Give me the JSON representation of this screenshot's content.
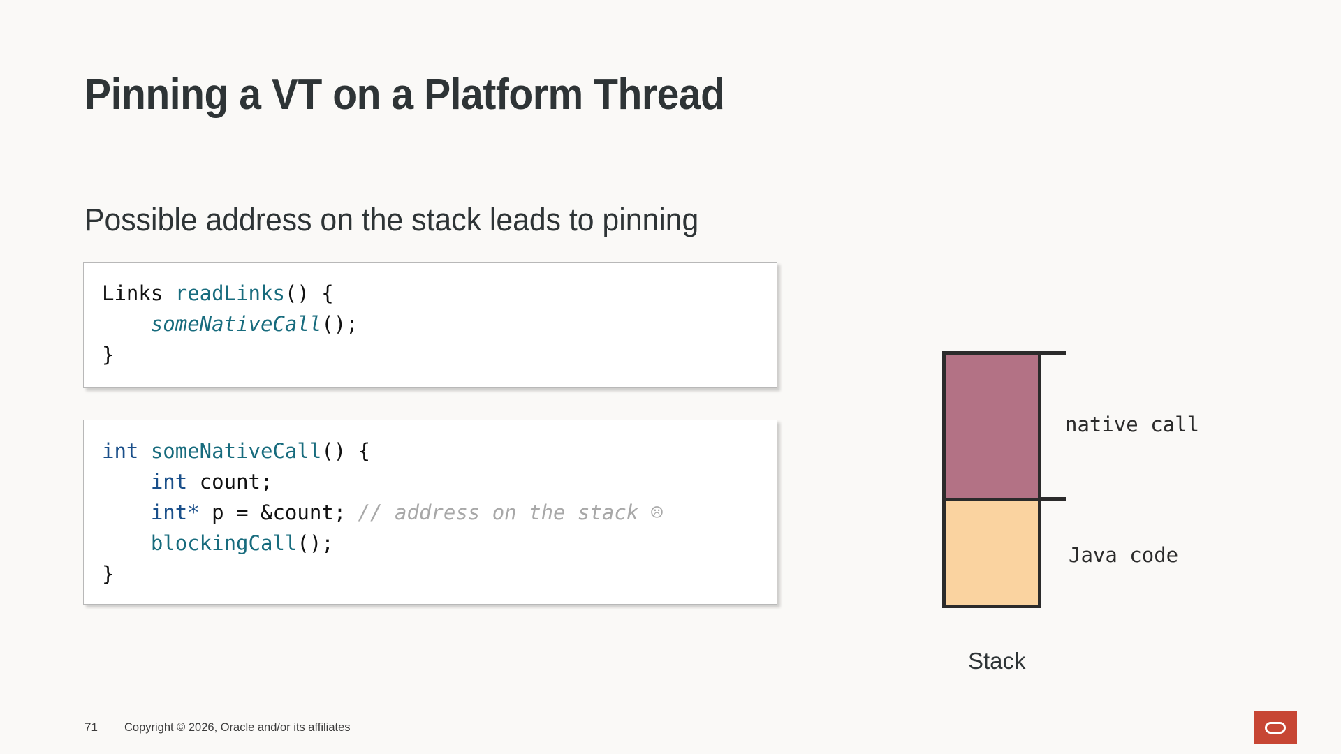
{
  "slide": {
    "title": "Pinning a VT on a Platform Thread",
    "subtitle": "Possible address on the stack leads to pinning",
    "background_color": "#faf9f7",
    "text_color": "#2e3436"
  },
  "code_block_1": {
    "lines": [
      [
        {
          "text": "Links ",
          "style": "plain"
        },
        {
          "text": "readLinks",
          "style": "call"
        },
        {
          "text": "() {",
          "style": "plain"
        }
      ],
      [
        {
          "text": "    ",
          "style": "plain"
        },
        {
          "text": "someNativeCall",
          "style": "italic-call"
        },
        {
          "text": "();",
          "style": "plain"
        }
      ],
      [
        {
          "text": "}",
          "style": "plain"
        }
      ]
    ],
    "plain_text": "Links readLinks() {\n    someNativeCall();\n}"
  },
  "code_block_2": {
    "lines": [
      [
        {
          "text": "int ",
          "style": "type"
        },
        {
          "text": "someNativeCall",
          "style": "call"
        },
        {
          "text": "() {",
          "style": "plain"
        }
      ],
      [
        {
          "text": "    ",
          "style": "plain"
        },
        {
          "text": "int",
          "style": "type"
        },
        {
          "text": " count;",
          "style": "plain"
        }
      ],
      [
        {
          "text": "    ",
          "style": "plain"
        },
        {
          "text": "int*",
          "style": "type"
        },
        {
          "text": " p = &count; ",
          "style": "plain"
        },
        {
          "text": "// address on the stack ",
          "style": "comment"
        },
        {
          "text": "☹",
          "style": "emoji"
        }
      ],
      [
        {
          "text": "    ",
          "style": "plain"
        },
        {
          "text": "blockingCall",
          "style": "call"
        },
        {
          "text": "();",
          "style": "plain"
        }
      ],
      [
        {
          "text": "}",
          "style": "plain"
        }
      ]
    ],
    "plain_text": "int someNativeCall() {\n    int count;\n    int* p = &count; // address on the stack ☹\n    blockingCall();\n}"
  },
  "syntax_colors": {
    "plain": "#111111",
    "type": "#1a4f8a",
    "call": "#176b7d",
    "comment": "#a8a8a8"
  },
  "stack_diagram": {
    "caption": "Stack",
    "segments": [
      {
        "label": "native call",
        "color": "#b37285",
        "name": "native-call"
      },
      {
        "label": "Java code",
        "color": "#fad3a0",
        "name": "java-code"
      }
    ]
  },
  "footer": {
    "page_number": "71",
    "copyright": "Copyright © 2026, Oracle and/or its affiliates",
    "logo": {
      "name": "oracle-logo",
      "background_color": "#c74634",
      "mark_color": "#ffffff"
    }
  }
}
